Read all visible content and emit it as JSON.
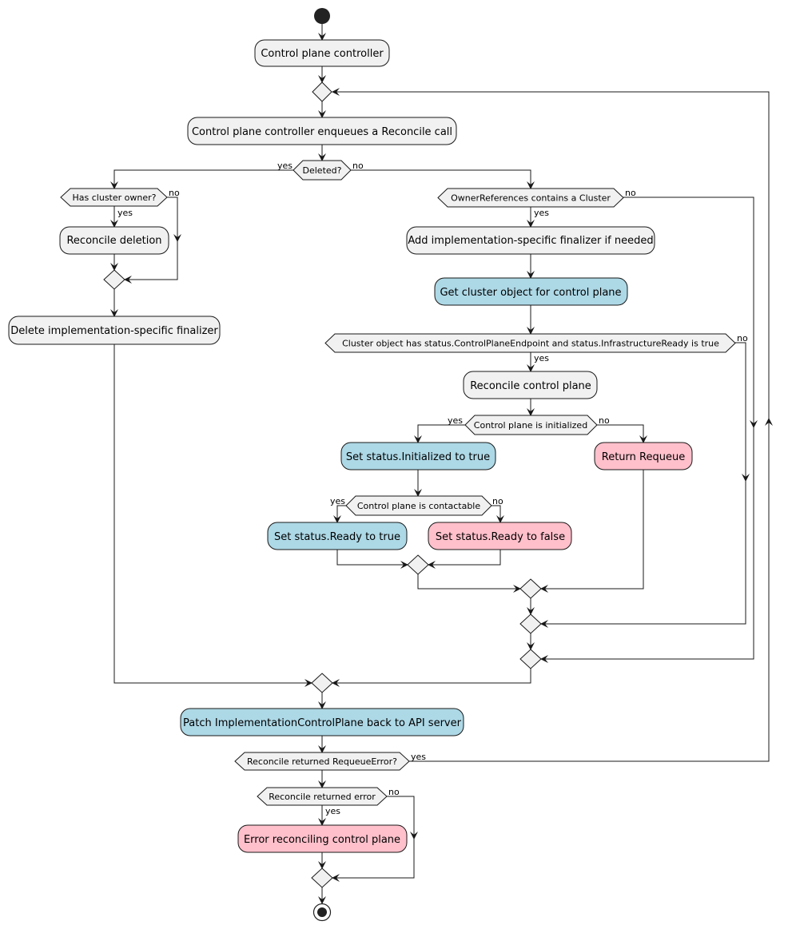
{
  "colors": {
    "default_fill": "#F1F1F1",
    "blue_fill": "#ADD8E6",
    "pink_fill": "#FFC0CB",
    "line": "#181818"
  },
  "activities": {
    "control_plane_controller": "Control plane controller",
    "enqueue": "Control plane controller enqueues a Reconcile call",
    "reconcile_deletion": "Reconcile deletion",
    "delete_finalizer": "Delete implementation-specific finalizer",
    "add_finalizer": "Add implementation-specific finalizer if needed",
    "get_cluster": "Get cluster object for control plane",
    "reconcile_cp": "Reconcile control plane",
    "set_initialized": "Set status.Initialized to true",
    "return_requeue": "Return Requeue",
    "set_ready_true": "Set status.Ready to true",
    "set_ready_false": "Set status.Ready to false",
    "patch": "Patch ImplementationControlPlane back to API server",
    "error": "Error reconciling control plane"
  },
  "conditions": {
    "deleted": "Deleted?",
    "has_owner": "Has cluster owner?",
    "owner_refs": "OwnerReferences contains a Cluster",
    "cluster_status": "Cluster object has status.ControlPlaneEndpoint and status.InfrastructureReady is true",
    "initialized": "Control plane is initialized",
    "contactable": "Control plane is contactable",
    "requeue_error": "Reconcile returned RequeueError?",
    "returned_error": "Reconcile returned error"
  },
  "edge_labels": {
    "yes": "yes",
    "no": "no"
  }
}
